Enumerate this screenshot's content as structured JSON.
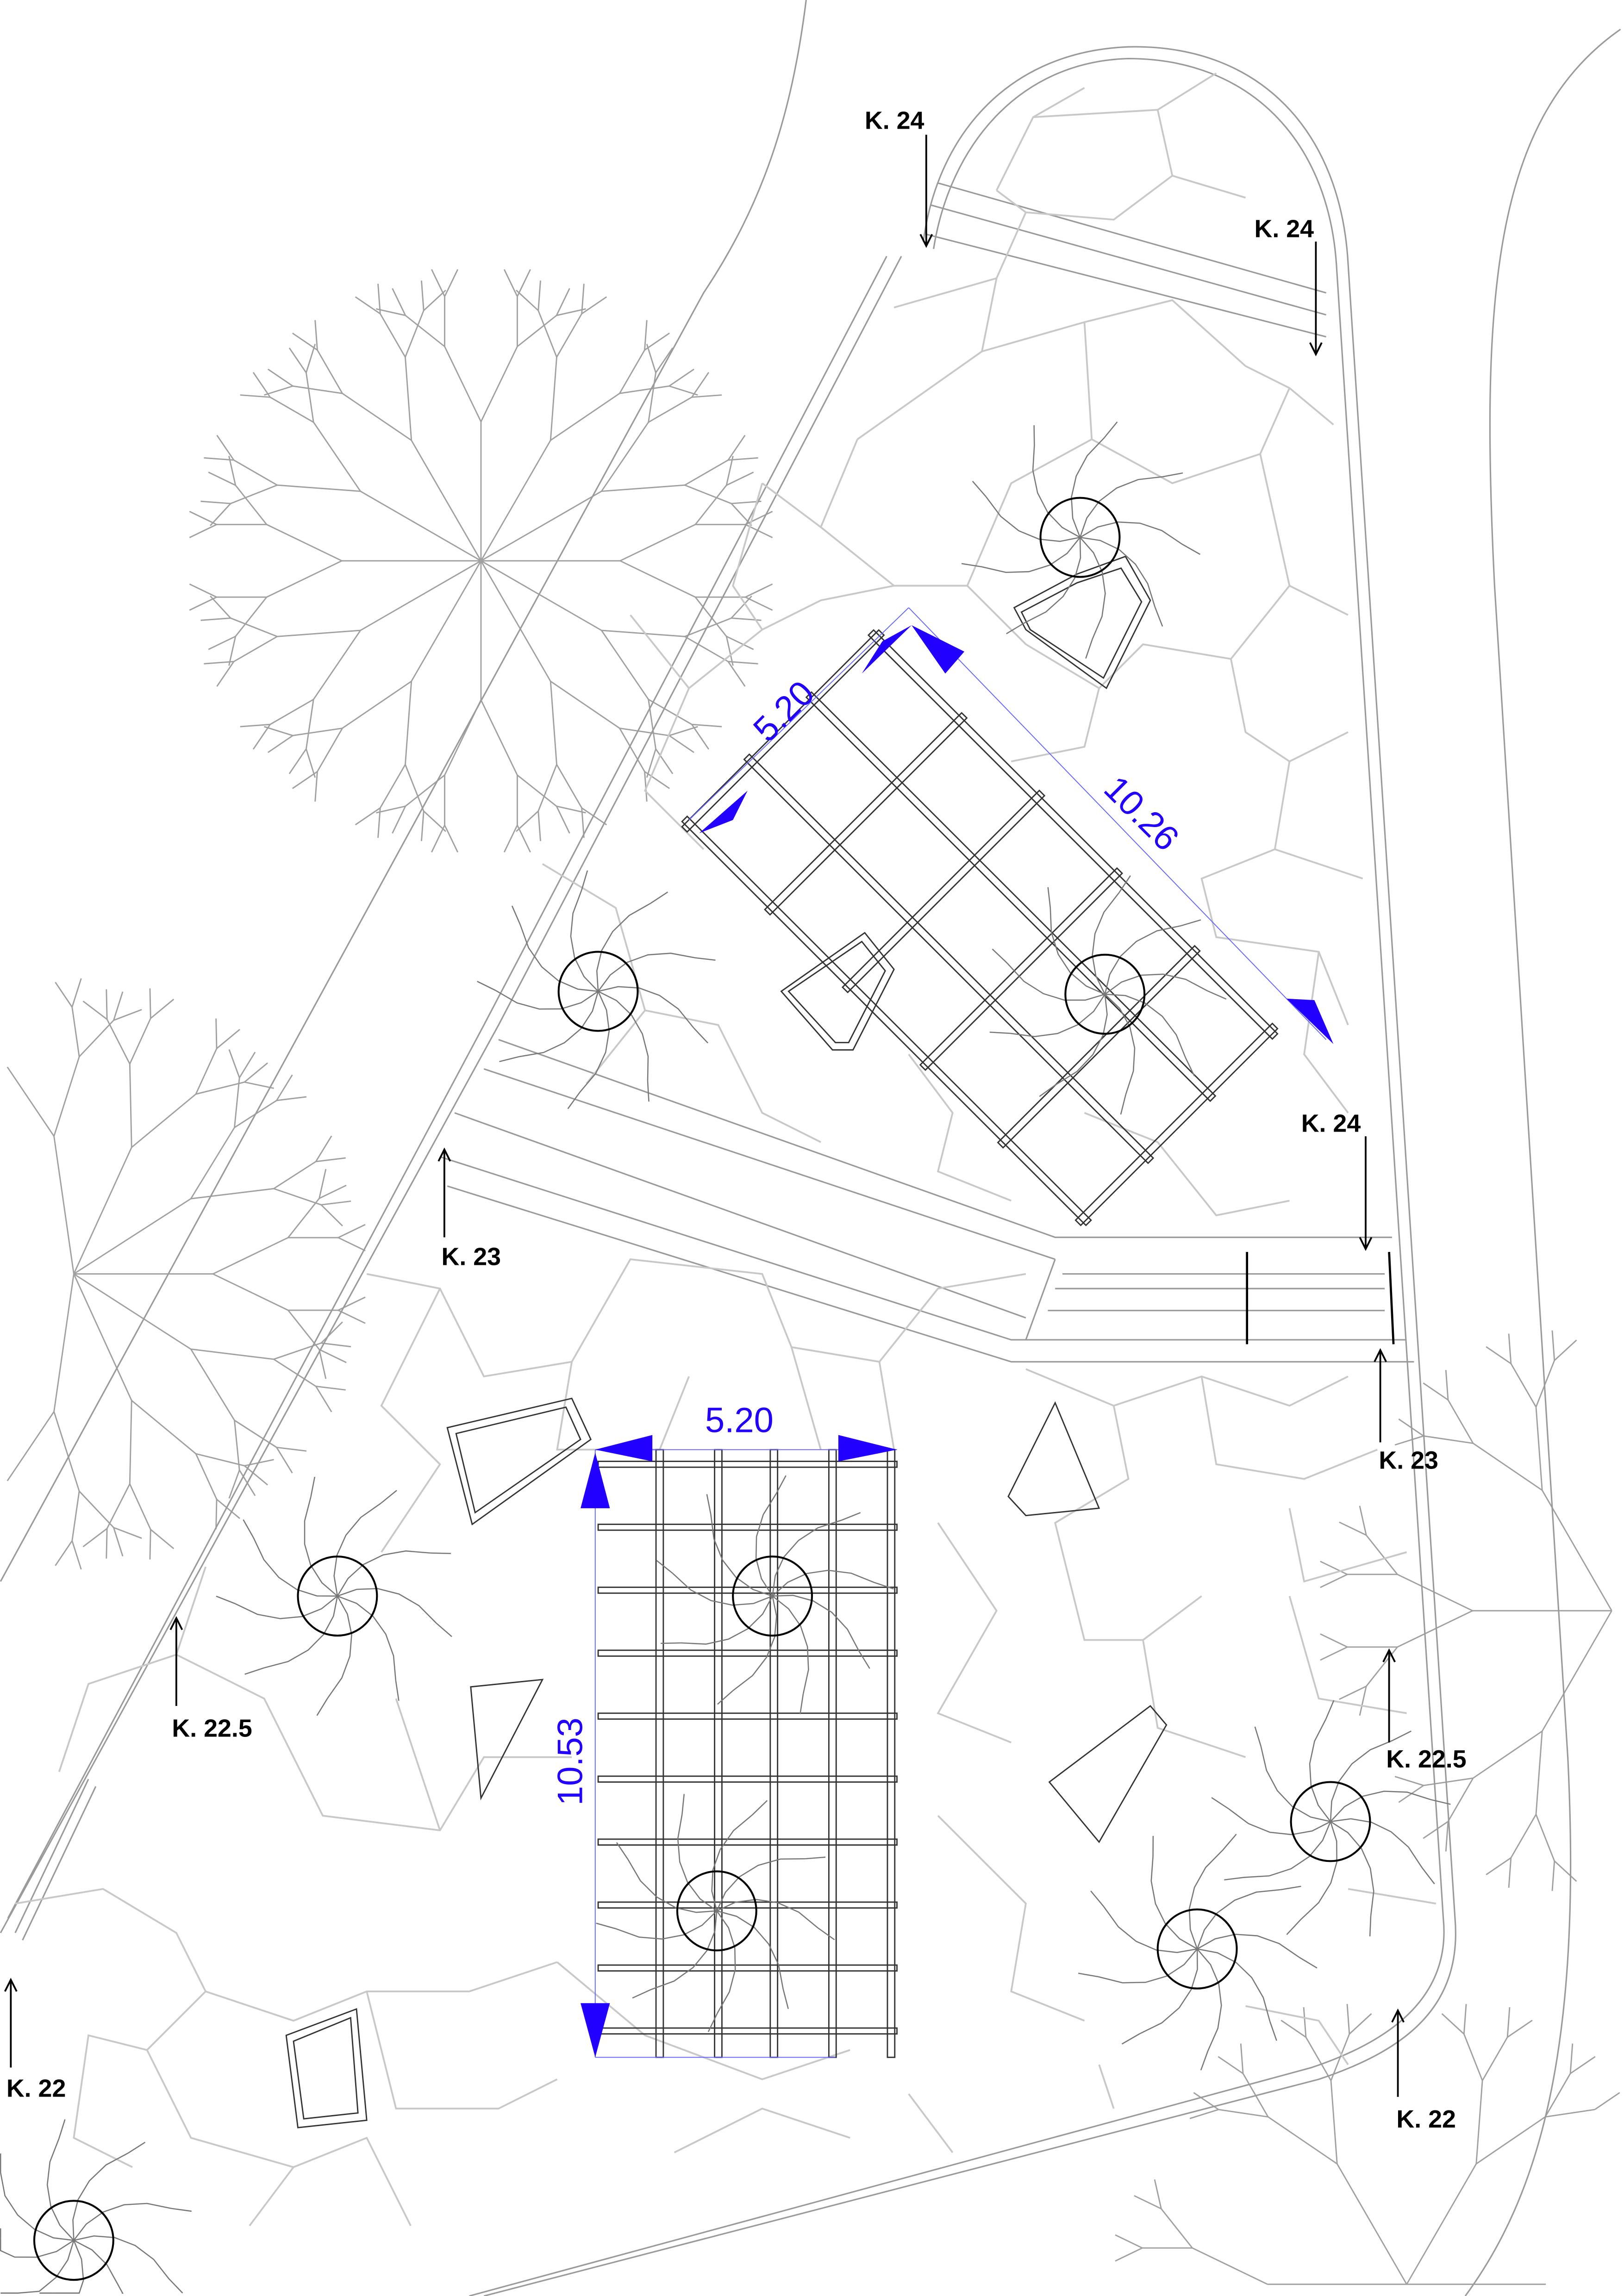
{
  "plan": {
    "elevation_labels": [
      "K. 24",
      "K. 24",
      "K. 24",
      "K. 23",
      "K. 23",
      "K. 22.5",
      "K. 22.5",
      "K. 22",
      "K. 22"
    ],
    "dimensions": {
      "upper_width": "5.20",
      "upper_length": "10.26",
      "lower_width": "5.20",
      "lower_length": "10.53"
    },
    "colors": {
      "dimension": "#2200ff",
      "paving": "#c8c8c8",
      "structure": "#333333"
    }
  }
}
